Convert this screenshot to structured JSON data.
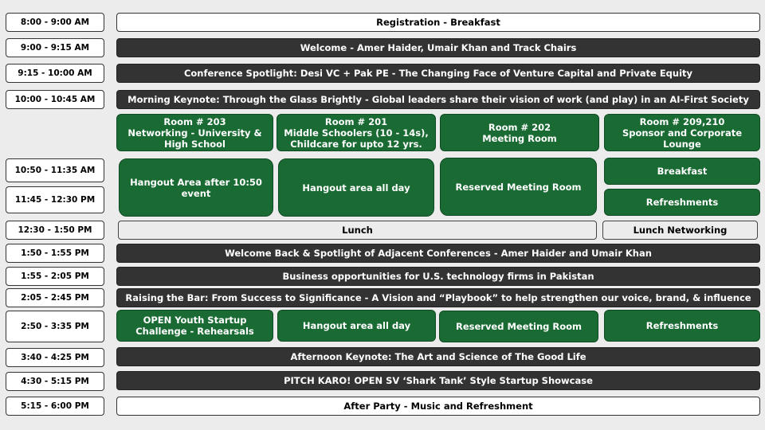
{
  "times": [
    "8:00 - 9:00 AM",
    "9:00 - 9:15 AM",
    "9:15 - 10:00 AM",
    "10:00 - 10:45 AM",
    "10:50 - 11:35 AM",
    "11:45 - 12:30 PM",
    "12:30 - 1:50 PM",
    "1:50 - 1:55 PM",
    "1:55 - 2:05 PM",
    "2:05 - 2:45 PM",
    "2:50 - 3:35 PM",
    "3:40 - 4:25 PM",
    "4:30 - 5:15 PM",
    "5:15 - 6:00 PM"
  ],
  "sessions": {
    "registration": "Registration - Breakfast",
    "welcome": "Welcome - Amer Haider, Umair Khan and Track Chairs",
    "spotlight": "Conference Spotlight: Desi VC + Pak PE - The Changing Face of Venture Capital and Private Equity",
    "keynote_morning": "Morning Keynote:  Through the Glass Brightly - Global leaders share their vision of work (and play) in an AI-First Society",
    "lunch": "Lunch",
    "lunch_networking": "Lunch Networking",
    "welcome_back": "Welcome Back & Spotlight of Adjacent Conferences  - Amer Haider and Umair Khan",
    "business": "Business opportunities for U.S. technology firms in Pakistan",
    "raising_bar": "Raising the Bar: From Success to Significance - A Vision and “Playbook” to help strengthen our voice, brand, & influence",
    "keynote_afternoon": "Afternoon Keynote: The Art and Science of The Good Life",
    "pitch": "PITCH KARO! OPEN SV ‘Shark Tank’ Style Startup Showcase",
    "after_party": "After Party - Music and Refreshment"
  },
  "rooms": [
    "Room # 203\nNetworking - University & High School",
    "Room # 201\nMiddle Schoolers (10 - 14s), Childcare for upto 12 yrs.",
    "Room # 202\nMeeting Room",
    "Room # 209,210\nSponsor and Corporate Lounge"
  ],
  "morning_tracks": {
    "hangout_after": "Hangout Area after 10:50 event",
    "hangout_all": "Hangout area all day",
    "reserved": "Reserved Meeting Room",
    "breakfast": "Breakfast",
    "refreshments": "Refreshments"
  },
  "afternoon_tracks": {
    "open_youth": "OPEN Youth Startup Challenge - Rehearsals",
    "hangout_all": "Hangout area all day",
    "reserved": "Reserved Meeting Room",
    "refreshments": "Refreshments"
  },
  "colors": {
    "green": "#1a6b33",
    "dark": "#333333"
  }
}
